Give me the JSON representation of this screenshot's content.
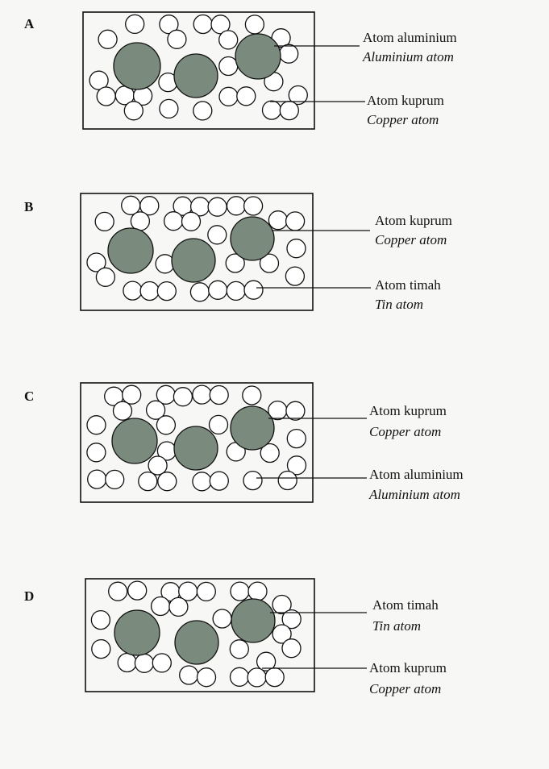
{
  "options": [
    {
      "letter": "A",
      "labels": [
        {
          "main": "Atom aluminium",
          "sub": "Aluminium atom"
        },
        {
          "main": "Atom kuprum",
          "sub": "Copper atom"
        }
      ],
      "large_atoms": "Atom aluminium",
      "small_atoms": "Atom kuprum"
    },
    {
      "letter": "B",
      "labels": [
        {
          "main": "Atom kuprum",
          "sub": "Copper atom"
        },
        {
          "main": "Atom timah",
          "sub": "Tin atom"
        }
      ],
      "large_atoms": "Atom kuprum",
      "small_atoms": "Atom timah"
    },
    {
      "letter": "C",
      "labels": [
        {
          "main": "Atom kuprum",
          "sub": "Copper atom"
        },
        {
          "main": "Atom aluminium",
          "sub": "Aluminium atom"
        }
      ],
      "large_atoms": "Atom kuprum",
      "small_atoms": "Atom aluminium"
    },
    {
      "letter": "D",
      "labels": [
        {
          "main": "Atom timah",
          "sub": "Tin atom"
        },
        {
          "main": "Atom kuprum",
          "sub": "Copper atom"
        }
      ],
      "large_atoms": "Atom timah",
      "small_atoms": "Atom kuprum"
    }
  ],
  "colors": {
    "large_atom_fill": "#7a8a7d",
    "small_atom_fill": "#ffffff",
    "outline": "#111111"
  }
}
